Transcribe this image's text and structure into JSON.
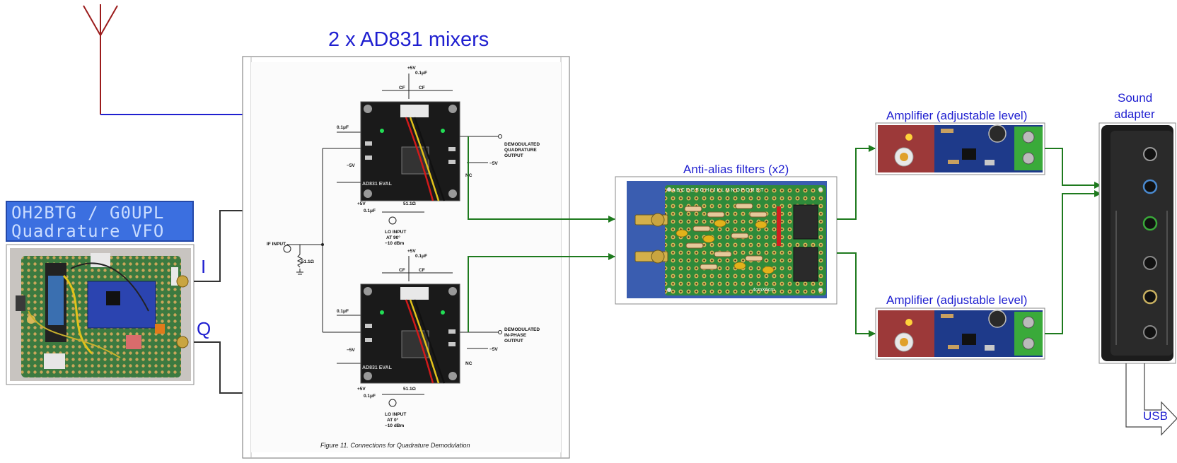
{
  "labels": {
    "mixers_title": "2 x AD831 mixers",
    "filters_title": "Anti-alias filters (x2)",
    "amp_top_title": "Amplifier (adjustable level)",
    "amp_bottom_title": "Amplifier (adjustable level)",
    "sound_title_line1": "Sound",
    "sound_title_line2": "adapter",
    "channel_i": "I",
    "channel_q": "Q",
    "usb": "USB"
  },
  "vfo": {
    "lcd_line1": "OH2BTG / G0UPL",
    "lcd_line2": "Quadrature VFO"
  },
  "schematic": {
    "if_input": "IF INPUT",
    "r_if": "51.1Ω",
    "lo_top_line1": "LO INPUT",
    "lo_top_line2": "AT 90°",
    "lo_top_line3": "−10 dBm",
    "lo_bottom_line1": "LO INPUT",
    "lo_bottom_line2": "AT 0°",
    "lo_bottom_line3": "−10 dBm",
    "out_top_line1": "DEMODULATED",
    "out_top_line2": "QUADRATURE",
    "out_top_line3": "OUTPUT",
    "out_bottom_line1": "DEMODULATED",
    "out_bottom_line2": "IN-PHASE",
    "out_bottom_line3": "OUTPUT",
    "caption": "Figure 11.  Connections for Quadrature Demodulation",
    "plus5v": "+5V",
    "minus5v": "−5V",
    "cap": "0.1μF",
    "res": "51.1Ω",
    "nc": "NC",
    "cf": "CF",
    "board": "AD831 EVAL"
  },
  "filter_board": {
    "columns": "A B C D E F G H I J K L M N O P Q R S T",
    "size": "4cmX6cm"
  },
  "colors": {
    "antenna": "#9b1b1b",
    "if_signal": "#1f1fd0",
    "lo_signal": "#333333",
    "audio_signal": "#1e7a1e",
    "label_blue": "#1f1fd0"
  }
}
